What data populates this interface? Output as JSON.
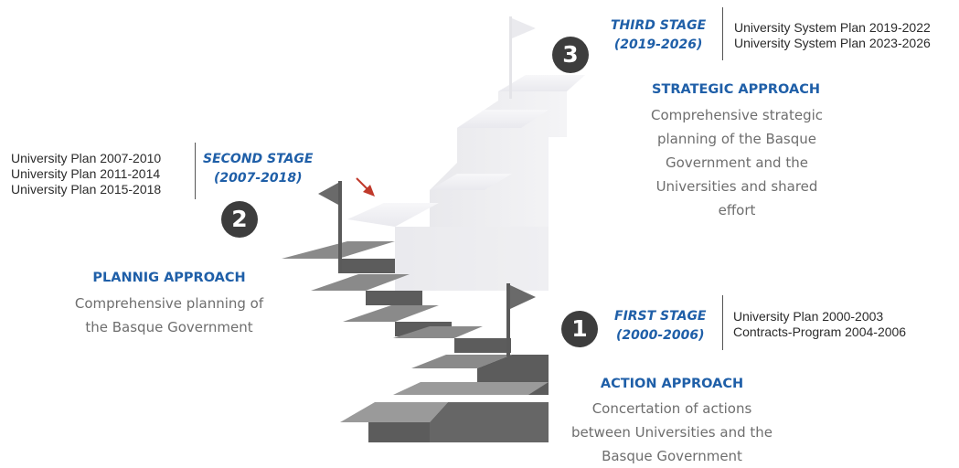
{
  "stages": [
    {
      "number": "1",
      "name": "FIRST STAGE",
      "period": "(2000-2006)",
      "plans": [
        "University Plan 2000-2003",
        "Contracts-Program 2004-2006"
      ],
      "approach": "ACTION APPROACH",
      "description": "Concertation of actions between Universities and the Basque Government"
    },
    {
      "number": "2",
      "name": "SECOND STAGE",
      "period": "(2007-2018)",
      "plans": [
        "University Plan 2007-2010",
        "University Plan 2011-2014",
        "University Plan 2015-2018"
      ],
      "approach": "PLANNIG APPROACH",
      "description": "Comprehensive planning of the Basque Government"
    },
    {
      "number": "3",
      "name": "THIRD STAGE",
      "period": "(2019-2026)",
      "plans": [
        "University System Plan 2019-2022",
        "University System Plan 2023-2026"
      ],
      "approach": "STRATEGIC APPROACH",
      "description": "Comprehensive strategic planning of the Basque Government and the Universities and shared effort"
    }
  ],
  "colors": {
    "heading_blue": "#1f5fa8",
    "badge_dark": "#3d3d3d",
    "dark_step_top": "#8a8a8a",
    "dark_step_riser": "#5c5c5c",
    "light_step": "#ececef",
    "arrow_red": "#c0392b"
  },
  "icons": [
    "flag-icon",
    "arrow-icon"
  ]
}
